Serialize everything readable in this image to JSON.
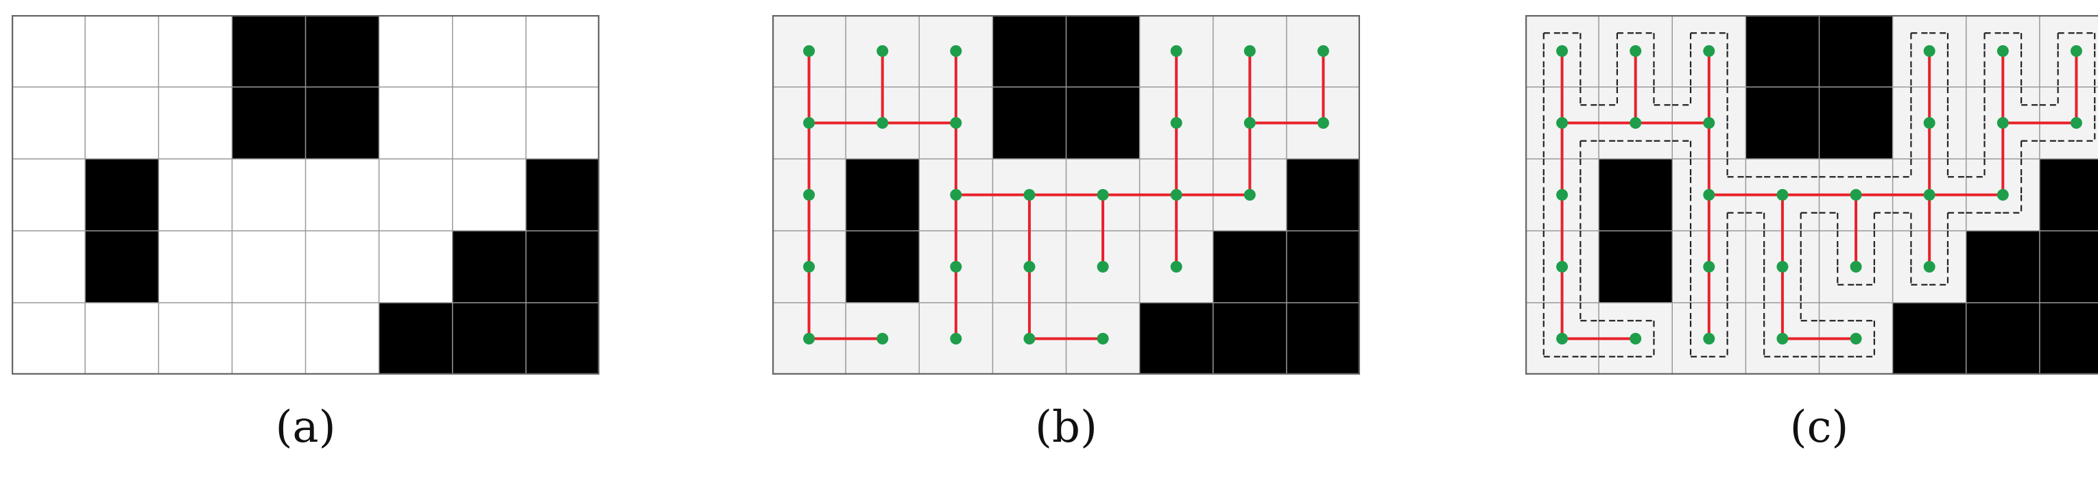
{
  "grid": {
    "rows": 5,
    "cols": 8,
    "obstacles": [
      [
        0,
        3
      ],
      [
        0,
        4
      ],
      [
        1,
        3
      ],
      [
        1,
        4
      ],
      [
        2,
        1
      ],
      [
        2,
        7
      ],
      [
        3,
        1
      ],
      [
        3,
        6
      ],
      [
        3,
        7
      ],
      [
        4,
        5
      ],
      [
        4,
        6
      ],
      [
        4,
        7
      ]
    ]
  },
  "tree": {
    "nodes": [
      [
        0,
        0
      ],
      [
        0,
        1
      ],
      [
        0,
        2
      ],
      [
        0,
        5
      ],
      [
        0,
        6
      ],
      [
        0,
        7
      ],
      [
        1,
        0
      ],
      [
        1,
        1
      ],
      [
        1,
        2
      ],
      [
        1,
        5
      ],
      [
        1,
        6
      ],
      [
        1,
        7
      ],
      [
        2,
        0
      ],
      [
        2,
        2
      ],
      [
        2,
        3
      ],
      [
        2,
        4
      ],
      [
        2,
        5
      ],
      [
        2,
        6
      ],
      [
        3,
        0
      ],
      [
        3,
        2
      ],
      [
        3,
        3
      ],
      [
        3,
        4
      ],
      [
        3,
        5
      ],
      [
        4,
        0
      ],
      [
        4,
        1
      ],
      [
        4,
        2
      ],
      [
        4,
        3
      ],
      [
        4,
        4
      ]
    ],
    "edges": [
      [
        [
          0,
          0
        ],
        [
          1,
          0
        ]
      ],
      [
        [
          1,
          0
        ],
        [
          2,
          0
        ]
      ],
      [
        [
          2,
          0
        ],
        [
          3,
          0
        ]
      ],
      [
        [
          3,
          0
        ],
        [
          4,
          0
        ]
      ],
      [
        [
          4,
          0
        ],
        [
          4,
          1
        ]
      ],
      [
        [
          1,
          0
        ],
        [
          1,
          1
        ]
      ],
      [
        [
          1,
          1
        ],
        [
          0,
          1
        ]
      ],
      [
        [
          1,
          1
        ],
        [
          1,
          2
        ]
      ],
      [
        [
          0,
          2
        ],
        [
          1,
          2
        ]
      ],
      [
        [
          1,
          2
        ],
        [
          2,
          2
        ]
      ],
      [
        [
          2,
          2
        ],
        [
          3,
          2
        ]
      ],
      [
        [
          3,
          2
        ],
        [
          4,
          2
        ]
      ],
      [
        [
          2,
          2
        ],
        [
          2,
          3
        ]
      ],
      [
        [
          2,
          3
        ],
        [
          2,
          4
        ]
      ],
      [
        [
          2,
          4
        ],
        [
          2,
          5
        ]
      ],
      [
        [
          2,
          5
        ],
        [
          2,
          6
        ]
      ],
      [
        [
          2,
          3
        ],
        [
          3,
          3
        ]
      ],
      [
        [
          3,
          3
        ],
        [
          4,
          3
        ]
      ],
      [
        [
          4,
          3
        ],
        [
          4,
          4
        ]
      ],
      [
        [
          2,
          4
        ],
        [
          3,
          4
        ]
      ],
      [
        [
          0,
          5
        ],
        [
          1,
          5
        ]
      ],
      [
        [
          1,
          5
        ],
        [
          2,
          5
        ]
      ],
      [
        [
          2,
          5
        ],
        [
          3,
          5
        ]
      ],
      [
        [
          1,
          6
        ],
        [
          1,
          7
        ]
      ],
      [
        [
          1,
          6
        ],
        [
          2,
          6
        ]
      ],
      [
        [
          0,
          7
        ],
        [
          1,
          7
        ]
      ],
      [
        [
          0,
          6
        ],
        [
          1,
          6
        ]
      ]
    ]
  },
  "colors": {
    "obstacle": "#000000",
    "grid_line": "#999999",
    "free_cell_bc": "#f3f3f3",
    "tree_edge": "#e8212b",
    "tree_node": "#1e9e4a",
    "path_dash": "#222222"
  },
  "panels": [
    {
      "caption": "(a)",
      "show_tree": false,
      "show_path": false
    },
    {
      "caption": "(b)",
      "show_tree": true,
      "show_path": false
    },
    {
      "caption": "(c)",
      "show_tree": true,
      "show_path": true
    }
  ]
}
